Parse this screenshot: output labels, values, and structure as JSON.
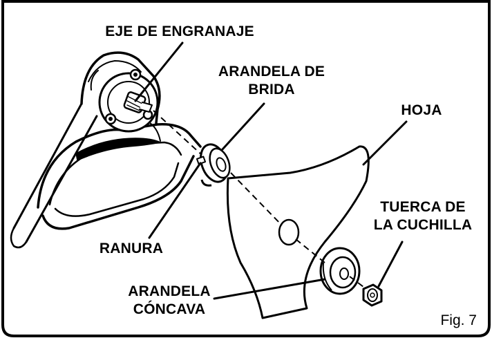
{
  "labels": {
    "gear_shaft": "EJE DE ENGRANAJE",
    "flange_washer_line1": "ARANDELA DE",
    "flange_washer_line2": "BRIDA",
    "blade": "HOJA",
    "slot": "RANURA",
    "blade_nut_line1": "TUERCA DE",
    "blade_nut_line2": "LA CUCHILLA",
    "cupped_washer_line1": "ARANDELA",
    "cupped_washer_line2": "CÓNCAVA"
  },
  "figure_label": "Fig. 7",
  "colors": {
    "ink": "#000000",
    "paper": "#ffffff"
  }
}
